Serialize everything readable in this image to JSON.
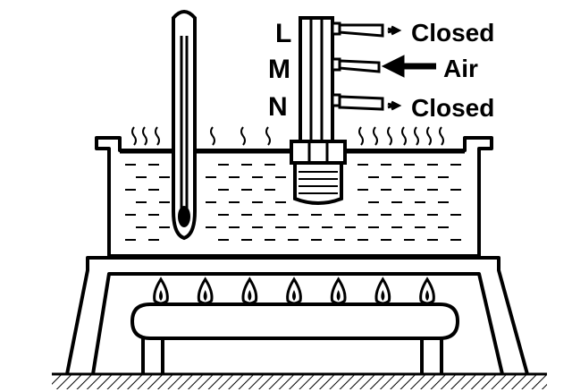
{
  "diagram": {
    "ports": [
      {
        "letter": "L",
        "state": "Closed"
      },
      {
        "letter": "M",
        "state": "Air"
      },
      {
        "letter": "N",
        "state": "Closed"
      }
    ],
    "burner": {
      "flame_count": 7
    },
    "colors": {
      "ink": "#000000",
      "paper": "#ffffff"
    }
  }
}
